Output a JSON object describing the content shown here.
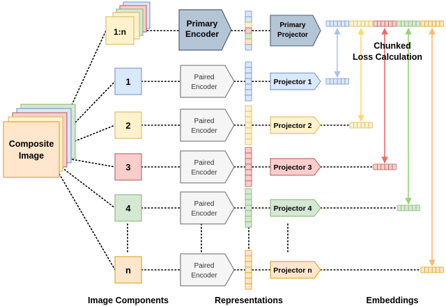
{
  "composite": {
    "line1": "Composite",
    "line2": "Image"
  },
  "components": [
    {
      "label": "1:n",
      "fill": "#fff2cc",
      "stroke": "#d6b656"
    },
    {
      "label": "1",
      "fill": "#dae8fc",
      "stroke": "#6c8ebf"
    },
    {
      "label": "2",
      "fill": "#fff2cc",
      "stroke": "#d6b656"
    },
    {
      "label": "3",
      "fill": "#f8cecc",
      "stroke": "#b85450"
    },
    {
      "label": "4",
      "fill": "#d5e8d4",
      "stroke": "#82b366"
    },
    {
      "label": "n",
      "fill": "#ffe6cc",
      "stroke": "#d79b00"
    }
  ],
  "primary_encoder": {
    "line1": "Primary",
    "line2": "Encoder",
    "fill": "#b4c5d6",
    "stroke": "#4d5f72"
  },
  "paired_encoder": {
    "line1": "Paired",
    "line2": "Encoder"
  },
  "primary_projector": {
    "line1": "Primary",
    "line2": "Projector",
    "fill": "#b4c5d6",
    "stroke": "#4d5f72"
  },
  "projectors": [
    {
      "label": "Projector 1",
      "fill": "#dae8fc",
      "stroke": "#6c8ebf"
    },
    {
      "label": "Projector 2",
      "fill": "#fff2cc",
      "stroke": "#d6b656"
    },
    {
      "label": "Projector 3",
      "fill": "#f8cecc",
      "stroke": "#b85450"
    },
    {
      "label": "Projector 4",
      "fill": "#d5e8d4",
      "stroke": "#82b366"
    },
    {
      "label": "Projector n",
      "fill": "#ffe6cc",
      "stroke": "#d79b00"
    }
  ],
  "chunked_loss": {
    "line1": "Chunked",
    "line2": "Loss Calculation"
  },
  "bottom_labels": {
    "components": "Image Components",
    "representations": "Representations",
    "embeddings": "Embeddings"
  },
  "colors": {
    "blue": "#6c8ebf",
    "yellow": "#d6b656",
    "red": "#b85450",
    "green": "#82b366",
    "orange": "#d79b00",
    "arrow_blue": "#a9c4eb",
    "arrow_yellow": "#ffd966",
    "arrow_red": "#ea6b66",
    "arrow_green": "#97d077",
    "arrow_orange": "#ffb570"
  }
}
